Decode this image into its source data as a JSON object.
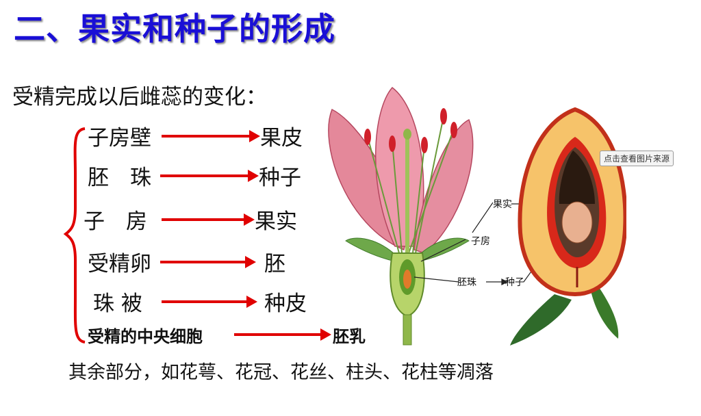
{
  "title": "二、果实和种子的形成",
  "intro": "受精完成以后雌蕊的变化：",
  "changes": [
    {
      "from": "子房壁",
      "to": "果皮"
    },
    {
      "from": "胚　珠",
      "to": "种子"
    },
    {
      "from": "子　房",
      "to": "果实"
    },
    {
      "from": "受精卵",
      "to": "胚"
    },
    {
      "from": "珠 被",
      "to": "种皮"
    },
    {
      "from": "受精的中央细胞",
      "to": "胚乳"
    }
  ],
  "footer": "其余部分，如花萼、花冠、花丝、柱头、花柱等凋落",
  "diagram_labels": {
    "fruit": "果实",
    "ovary": "子房",
    "ovule": "胚珠",
    "seed": "种子"
  },
  "source_button": "点击查看图片来源"
}
